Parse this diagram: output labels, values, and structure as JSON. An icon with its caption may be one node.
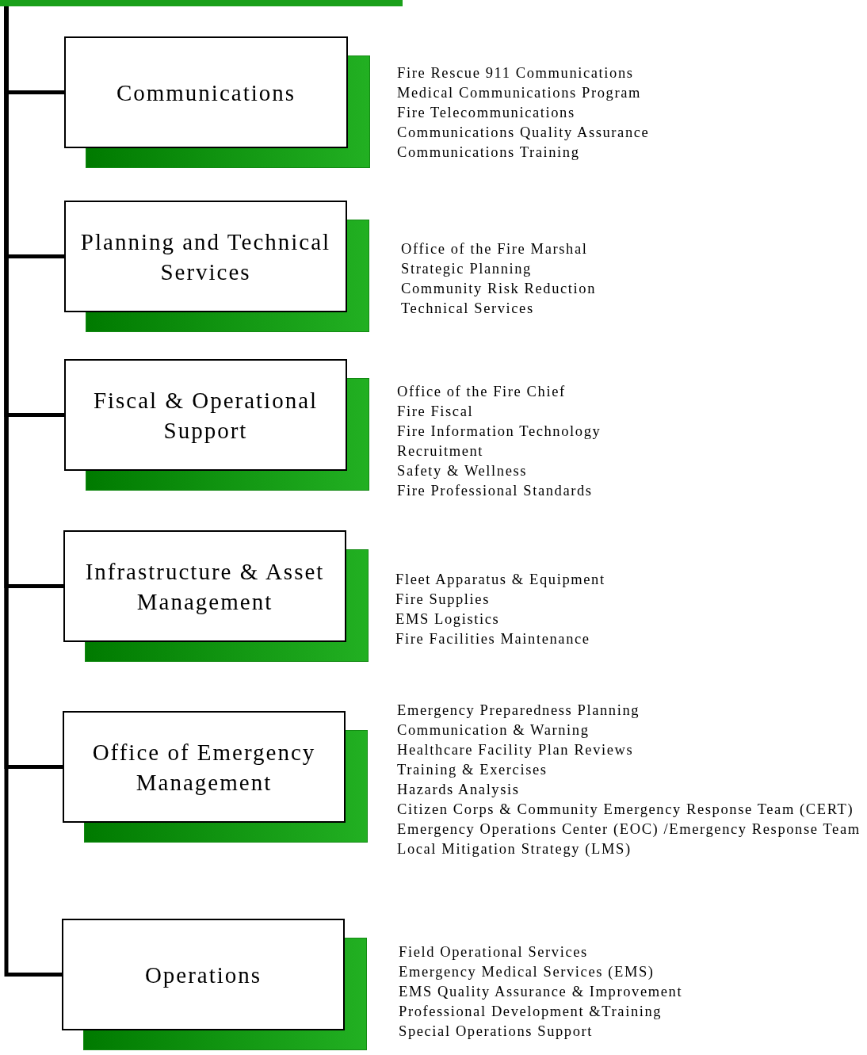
{
  "diagram": {
    "nodes": [
      {
        "text": [],
        "shape": "bar"
      },
      {
        "text": [
          "Communications"
        ],
        "beside": [
          "Fire Rescue 911 Communications",
          "Medical Communications Program",
          "Fire Telecommunications",
          "Communications Quality Assurance",
          "Communications Training"
        ]
      },
      {
        "text": [
          "Planning and Technical Services"
        ],
        "beside": [
          "Office of the Fire Marshal",
          "Strategic Planning",
          "Community Risk Reduction",
          "Technical Services"
        ]
      },
      {
        "text": [
          "Fiscal & Operational Support"
        ],
        "beside": [
          "Office of the Fire Chief",
          "Fire Fiscal",
          "Fire Information Technology",
          "Recruitment",
          "Safety & Wellness",
          "Fire Professional Standards"
        ]
      },
      {
        "text": [
          "Infrastructure & Asset Management"
        ],
        "beside": [
          "Fleet Apparatus & Equipment",
          "Fire Supplies",
          "EMS Logistics",
          "Fire Facilities Maintenance"
        ]
      },
      {
        "text": [
          "Office of Emergency Management"
        ],
        "beside": [
          "Emergency Preparedness Planning",
          "Communication & Warning",
          "Healthcare Facility Plan Reviews",
          "Training & Exercises",
          "Hazards Analysis",
          "Citizen Corps & Community Emergency Response Team (CERT)",
          "Emergency Operations Center (EOC) /Emergency Response Team",
          "Local Mitigation Strategy (LMS)"
        ]
      },
      {
        "text": [
          "Operations"
        ],
        "beside": [
          "Field Operational Services",
          "Emergency Medical Services (EMS)",
          "EMS Quality Assurance & Improvement",
          "Professional Development &Training",
          "Special Operations Support"
        ]
      }
    ],
    "edges": [
      {
        "from": 0,
        "to": 1,
        "arrow": "none"
      },
      {
        "from": 0,
        "to": 2,
        "arrow": "none"
      },
      {
        "from": 0,
        "to": 3,
        "arrow": "none"
      },
      {
        "from": 0,
        "to": 4,
        "arrow": "none"
      },
      {
        "from": 0,
        "to": 5,
        "arrow": "none"
      },
      {
        "from": 0,
        "to": 6,
        "arrow": "none"
      }
    ]
  }
}
